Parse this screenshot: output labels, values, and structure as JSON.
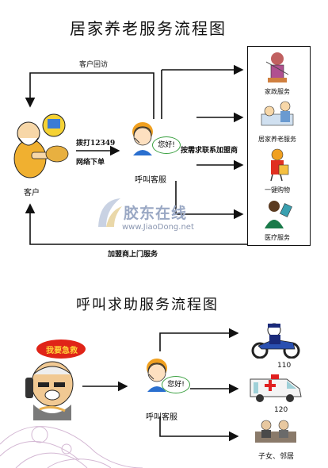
{
  "section1": {
    "title": "居家养老服务流程图",
    "feedback_label": "客户回访",
    "dial_label": "拨打12349",
    "online_label": "网络下单",
    "contact_label": "按需求联系加盟商",
    "onsite_label": "加盟商上门服务",
    "customer_label": "客户",
    "callcenter_label": "呼叫客服",
    "greeting": "您好!",
    "services": [
      "家政服务",
      "居家养老服务",
      "一键购物",
      "医疗服务"
    ]
  },
  "watermark": {
    "brand": "胶东在线",
    "url": "www.JiaoDong.net"
  },
  "section2": {
    "title": "呼叫求助服务流程图",
    "urgent_bubble": "我要急救",
    "callcenter_label": "呼叫客服",
    "greeting": "您好!",
    "targets": [
      "110",
      "120",
      "子女、邻居"
    ]
  }
}
